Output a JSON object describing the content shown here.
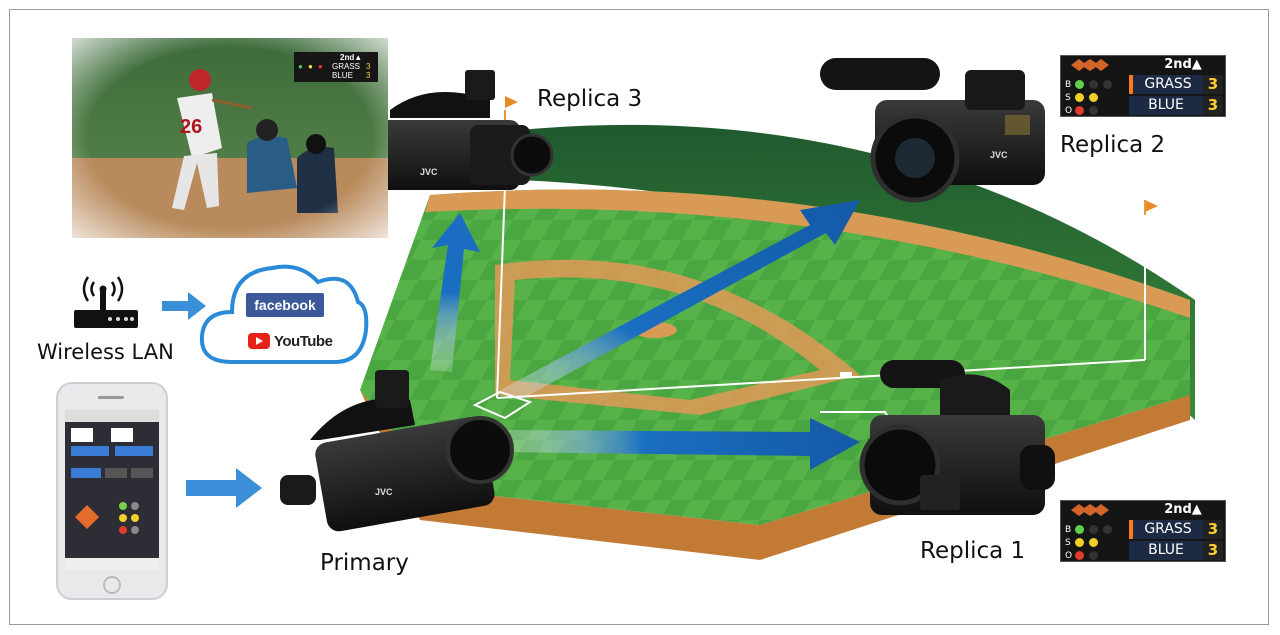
{
  "labels": {
    "replica3": "Replica 3",
    "replica2": "Replica 2",
    "replica1": "Replica 1",
    "primary": "Primary",
    "wireless_lan": "Wireless LAN"
  },
  "services": {
    "facebook": "facebook",
    "youtube": "YouTube"
  },
  "scoreboard": {
    "inning": "2nd▲",
    "lights": [
      "B",
      "S",
      "O"
    ],
    "teams": [
      {
        "name": "GRASS",
        "score": "3"
      },
      {
        "name": "BLUE",
        "score": "3"
      }
    ]
  },
  "photo": {
    "player_number": "26"
  },
  "camera_brand": "JVC",
  "colors": {
    "arrow": "#1a6fc0",
    "grass": "#3f9a3a",
    "dirt": "#d99a55",
    "outfield_wall": "#2d6b3a"
  }
}
